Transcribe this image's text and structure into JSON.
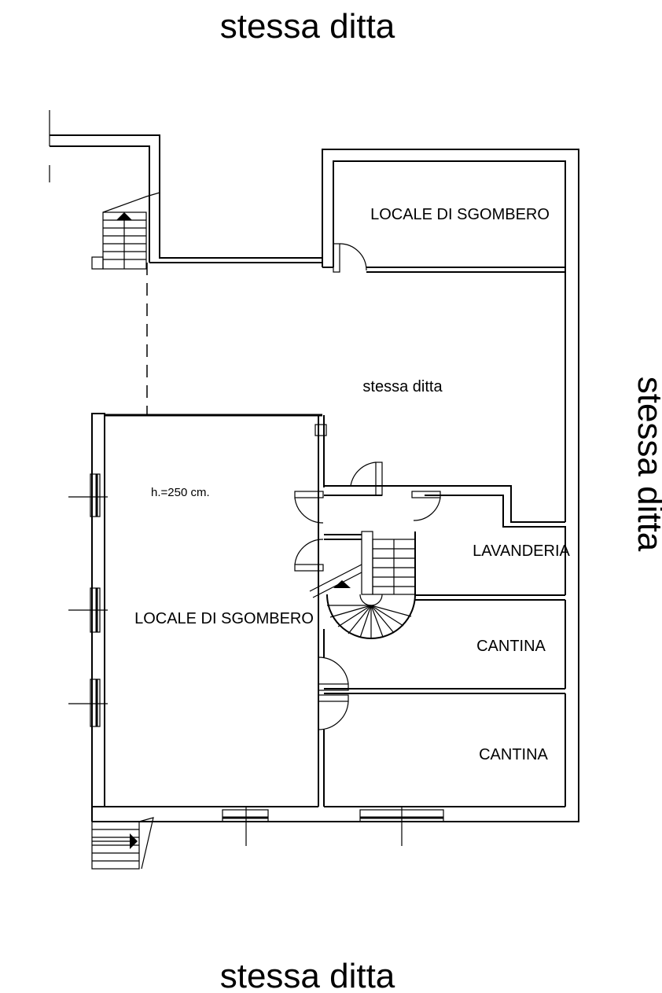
{
  "labels": {
    "neighbor_top": "stessa ditta",
    "neighbor_right": "stessa ditta",
    "neighbor_bottom": "stessa ditta",
    "neighbor_center": "stessa ditta",
    "ceiling_height": "h.=250 cm."
  },
  "rooms": [
    {
      "id": "storage-top",
      "name": "LOCALE DI SGOMBERO"
    },
    {
      "id": "storage-main",
      "name": "LOCALE DI SGOMBERO"
    },
    {
      "id": "laundry",
      "name": "LAVANDERIA"
    },
    {
      "id": "cellar-1",
      "name": "CANTINA"
    },
    {
      "id": "cellar-2",
      "name": "CANTINA"
    }
  ]
}
